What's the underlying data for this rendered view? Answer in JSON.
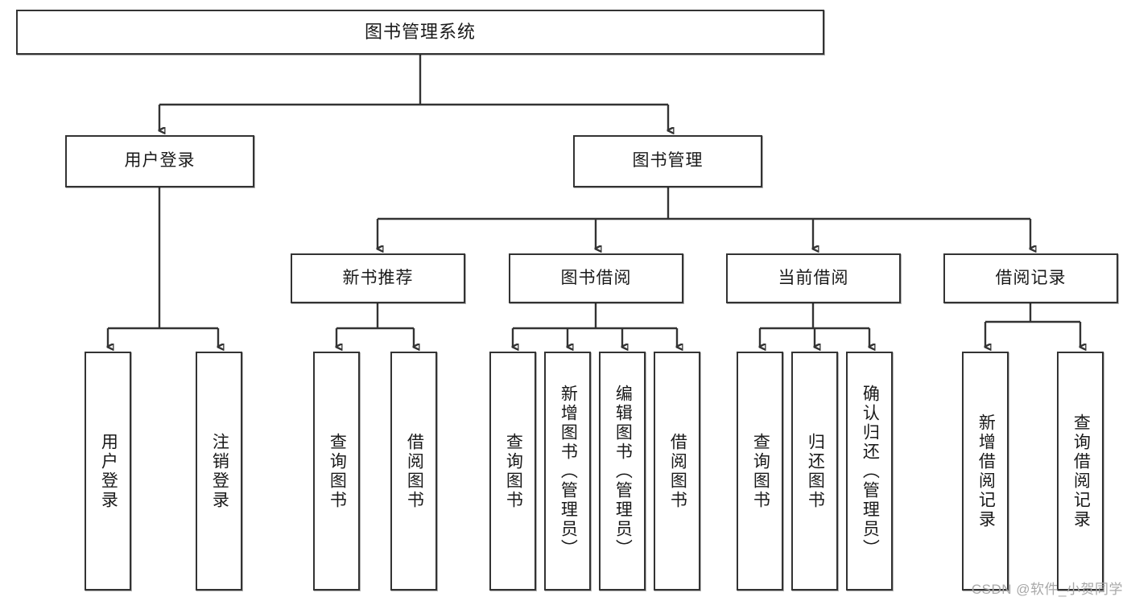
{
  "diagram": {
    "title": "图书管理系统",
    "watermark": "CSDN @软件_小贺同学",
    "levels": {
      "root": {
        "label": "图书管理系统"
      },
      "level2": [
        {
          "label": "用户登录"
        },
        {
          "label": "图书管理"
        }
      ],
      "level3": [
        {
          "label": "新书推荐"
        },
        {
          "label": "图书借阅"
        },
        {
          "label": "当前借阅"
        },
        {
          "label": "借阅记录"
        }
      ],
      "leaves": {
        "user_login": [
          {
            "label": "用户登录"
          },
          {
            "label": "注销登录"
          }
        ],
        "new_book_recommend": [
          {
            "label": "查询图书"
          },
          {
            "label": "借阅图书"
          }
        ],
        "book_borrow": [
          {
            "label": "查询图书"
          },
          {
            "label": "新增图书（管理员）"
          },
          {
            "label": "编辑图书（管理员）"
          },
          {
            "label": "借阅图书"
          }
        ],
        "current_borrow": [
          {
            "label": "查询图书"
          },
          {
            "label": "归还图书"
          },
          {
            "label": "确认归还（管理员）"
          }
        ],
        "borrow_record": [
          {
            "label": "新增借阅记录"
          },
          {
            "label": "查询借阅记录"
          }
        ]
      }
    },
    "colors": {
      "stroke": "#333333",
      "fill": "#ffffff",
      "text": "#1a1a1a",
      "watermark": "#a8a8a8"
    }
  }
}
